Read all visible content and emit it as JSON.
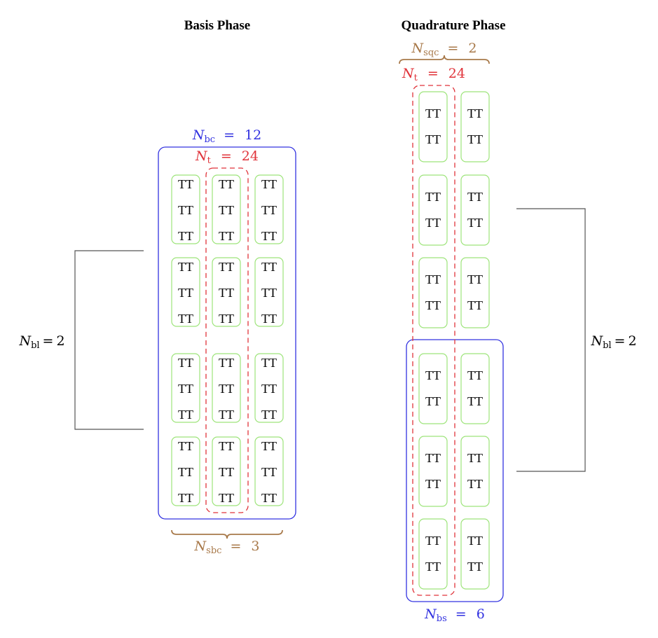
{
  "titles": {
    "basis": "Basis Phase",
    "quadrature": "Quadrature Phase"
  },
  "cell_label": "TT",
  "colors": {
    "block": "#9de47a",
    "bc": "#3333e0",
    "threads": "#e0333a",
    "brace": "#a8794a",
    "bracket": "#555555"
  },
  "basis": {
    "bc_label": {
      "symbol": "N",
      "sub": "bc",
      "value": "12"
    },
    "t_label": {
      "symbol": "N",
      "sub": "t",
      "value": "24"
    },
    "sbc_label": {
      "symbol": "N",
      "sub": "sbc",
      "value": "3"
    },
    "bl_label": {
      "symbol": "N",
      "sub": "bl",
      "value": "2"
    },
    "columns": 3,
    "rows": 4,
    "cells_per_block": 3
  },
  "quadrature": {
    "sqc_label": {
      "symbol": "N",
      "sub": "sqc",
      "value": "2"
    },
    "t_label": {
      "symbol": "N",
      "sub": "t",
      "value": "24"
    },
    "bs_label": {
      "symbol": "N",
      "sub": "bs",
      "value": "6"
    },
    "bl_label": {
      "symbol": "N",
      "sub": "bl",
      "value": "2"
    },
    "columns": 2,
    "rows": 6,
    "cells_per_block": 2
  }
}
